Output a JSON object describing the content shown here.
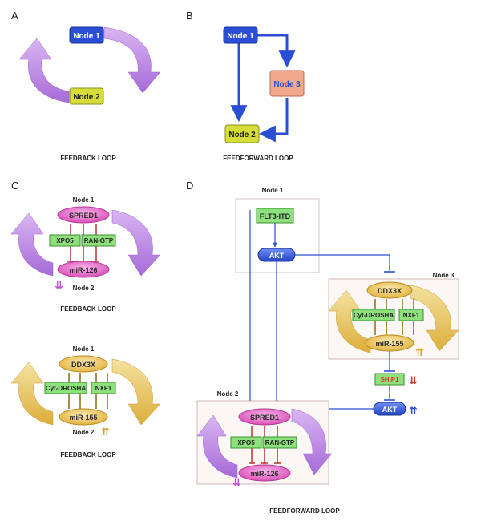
{
  "panel_letters": {
    "a": "A",
    "b": "B",
    "c": "C",
    "d": "D"
  },
  "panel_a": {
    "node1": "Node 1",
    "node2": "Node 2",
    "caption": "FEEDBACK LOOP"
  },
  "panel_b": {
    "node1": "Node 1",
    "node2": "Node 2",
    "node3": "Node 3",
    "caption": "FEEDFORWARD LOOP"
  },
  "panel_c_top": {
    "node1_label": "Node 1",
    "node2_label": "Node 2",
    "spred1": "SPRED1",
    "xpo5": "XPO5",
    "ran_gtp": "RAN-GTP",
    "mir126": "miR-126",
    "arrows": "⇊",
    "caption": "FEEDBACK LOOP"
  },
  "panel_c_bottom": {
    "node1_label": "Node 1",
    "node2_label": "Node 2",
    "ddx3x": "DDX3X",
    "cyt_drosha": "Cyt-DROSHA",
    "nxf1": "NXF1",
    "mir155": "miR-155",
    "arrows": "⇈",
    "caption": "FEEDBACK LOOP"
  },
  "panel_d": {
    "node1_label": "Node 1",
    "node2_label": "Node 2",
    "node3_label": "Node 3",
    "flt3": "FLT3-ITD",
    "akt_top": "AKT",
    "ddx3x": "DDX3X",
    "cyt_drosha": "Cyt-DROSHA",
    "nxf1": "NXF1",
    "mir155": "miR-155",
    "mir155_arrows": "⇈",
    "ship1": "SHIP1",
    "ship1_arrows": "⇊",
    "akt_bottom": "AKT",
    "akt_bottom_arrows": "⇈",
    "spred1": "SPRED1",
    "xpo5": "XPO5",
    "ran_gtp": "RAN-GTP",
    "mir126": "miR-126",
    "mir126_arrows": "⇊",
    "caption": "FEEDFORWARD LOOP"
  },
  "colors": {
    "blue": "#2a4fd6",
    "purple": "#b37be0",
    "gold": "#e8c15c",
    "pink": "#e45fc6",
    "green": "#8de07c",
    "salmon": "#f2a88a",
    "yellow": "#d6dd38"
  }
}
